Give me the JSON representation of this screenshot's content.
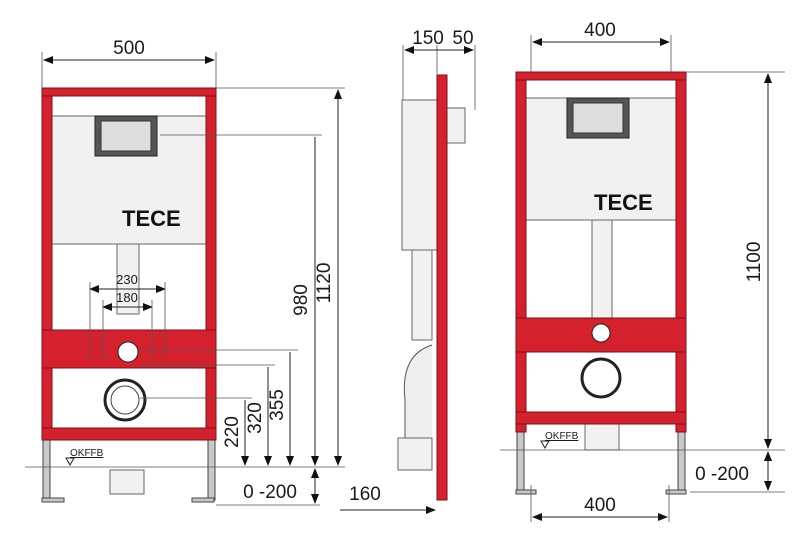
{
  "front_view": {
    "width_label": "500",
    "logo": "TECE",
    "dim_230": "230",
    "dim_180": "180",
    "dim_1120": "1120",
    "dim_980": "980",
    "dim_355": "355",
    "dim_320": "320",
    "dim_220": "220",
    "dim_leg": "0 -200",
    "floor_label": "OKFFB"
  },
  "side_view": {
    "dim_150": "150",
    "dim_50": "50",
    "dim_160": "160"
  },
  "right_view": {
    "width_top_label": "400",
    "width_bottom_label": "400",
    "logo": "TECE",
    "dim_1100": "1100",
    "dim_leg": "0 -200",
    "floor_label": "OKFFB"
  },
  "colors": {
    "frame": "#d5202e",
    "legs": "#c9c9c9"
  }
}
